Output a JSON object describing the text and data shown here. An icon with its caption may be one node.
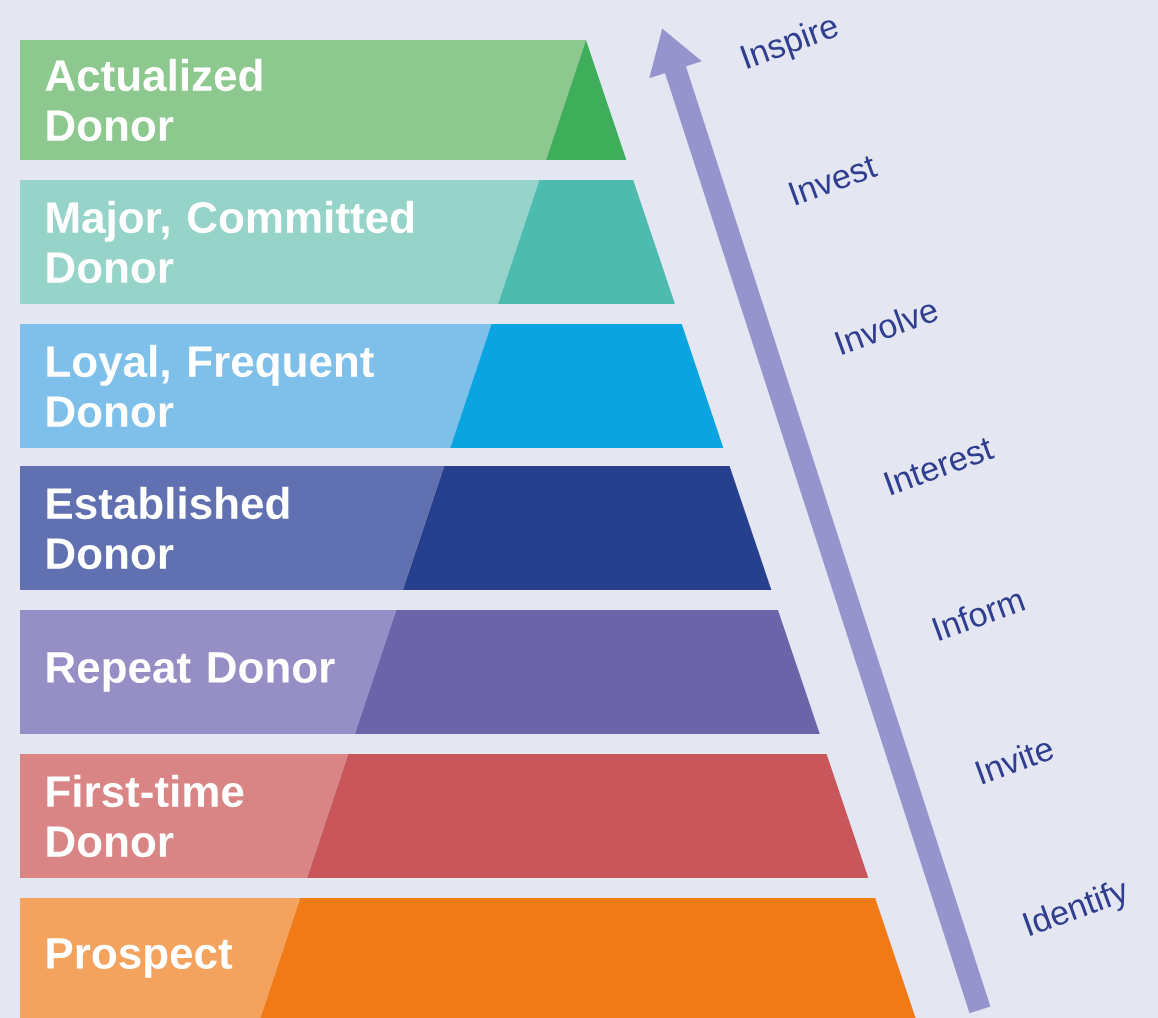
{
  "diagram": {
    "nodes": [
      {
        "text": [
          "Actualized Donor"
        ]
      },
      {
        "text": [
          "Major, Committed Donor"
        ]
      },
      {
        "text": [
          "Loyal, Frequent Donor"
        ]
      },
      {
        "text": [
          "Established Donor"
        ]
      },
      {
        "text": [
          "Repeat Donor"
        ]
      },
      {
        "text": [
          "First-time Donor"
        ]
      },
      {
        "text": [
          "Prospect"
        ]
      }
    ],
    "edges": [],
    "labels": [
      "Inspire",
      "Invest",
      "Involve",
      "Interest",
      "Inform",
      "Invite",
      "Identify"
    ]
  }
}
